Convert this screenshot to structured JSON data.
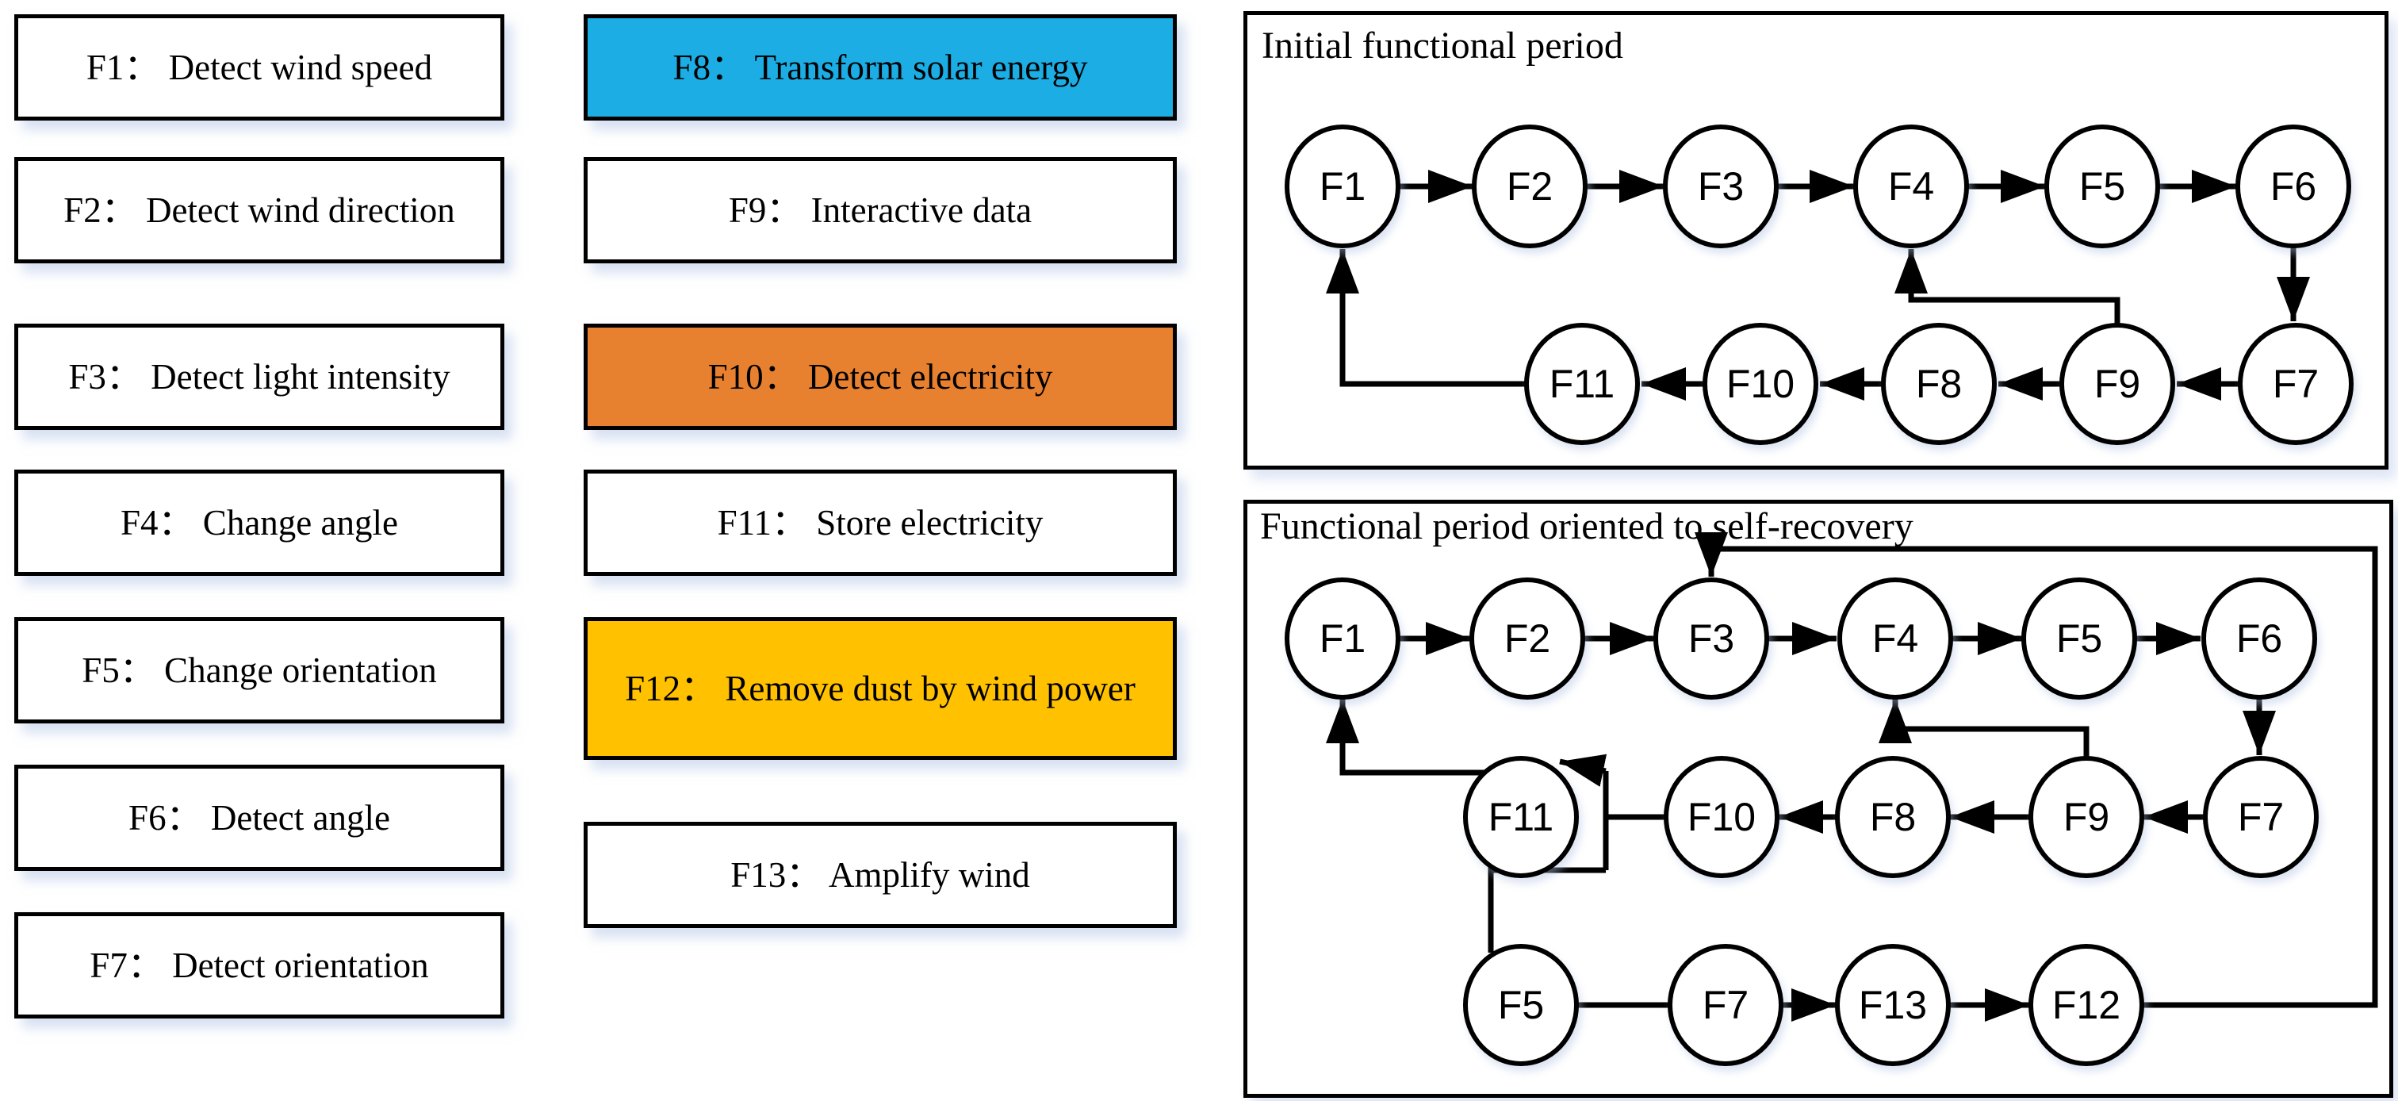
{
  "colors": {
    "blue": "#1BADE4",
    "orange": "#E8812F",
    "yellow": "#FFC100",
    "line": "#000000"
  },
  "function_list": {
    "left": [
      {
        "id": "F1",
        "label": "F1： Detect wind speed",
        "color": "white"
      },
      {
        "id": "F2",
        "label": "F2： Detect wind direction",
        "color": "white"
      },
      {
        "id": "F3",
        "label": "F3： Detect light intensity",
        "color": "white"
      },
      {
        "id": "F4",
        "label": "F4： Change angle",
        "color": "white"
      },
      {
        "id": "F5",
        "label": "F5： Change orientation",
        "color": "white"
      },
      {
        "id": "F6",
        "label": "F6： Detect angle",
        "color": "white"
      },
      {
        "id": "F7",
        "label": "F7： Detect orientation",
        "color": "white"
      }
    ],
    "middle": [
      {
        "id": "F8",
        "label": "F8： Transform solar energy",
        "color": "blue"
      },
      {
        "id": "F9",
        "label": "F9： Interactive data",
        "color": "white"
      },
      {
        "id": "F10",
        "label": "F10： Detect electricity",
        "color": "orange"
      },
      {
        "id": "F11",
        "label": "F11： Store electricity",
        "color": "white"
      },
      {
        "id": "F12",
        "label": "F12： Remove dust by wind power",
        "color": "yellow"
      },
      {
        "id": "F13",
        "label": "F13： Amplify wind",
        "color": "white"
      }
    ]
  },
  "panels": [
    {
      "title": "Initial functional period",
      "nodes": [
        {
          "id": "F1",
          "label": "F1",
          "color": "white"
        },
        {
          "id": "F2",
          "label": "F2",
          "color": "white"
        },
        {
          "id": "F3",
          "label": "F3",
          "color": "white"
        },
        {
          "id": "F4",
          "label": "F4",
          "color": "white"
        },
        {
          "id": "F5",
          "label": "F5",
          "color": "white"
        },
        {
          "id": "F6",
          "label": "F6",
          "color": "white"
        },
        {
          "id": "F11",
          "label": "F11",
          "color": "white"
        },
        {
          "id": "F10",
          "label": "F10",
          "color": "white"
        },
        {
          "id": "F8",
          "label": "F8",
          "color": "blue"
        },
        {
          "id": "F9",
          "label": "F9",
          "color": "white"
        },
        {
          "id": "F7",
          "label": "F7",
          "color": "white"
        }
      ],
      "edges": [
        "F1→F2",
        "F2→F3",
        "F3→F4",
        "F4→F5",
        "F5→F6",
        "F6→F7",
        "F7→F9",
        "F9→F8",
        "F8→F10",
        "F10→F11",
        "F11→F1",
        "F9→F4"
      ]
    },
    {
      "title": "Functional period oriented to self-recovery",
      "nodes": [
        {
          "id": "F1",
          "label": "F1",
          "color": "white"
        },
        {
          "id": "F2",
          "label": "F2",
          "color": "white"
        },
        {
          "id": "F3",
          "label": "F3",
          "color": "white"
        },
        {
          "id": "F4",
          "label": "F4",
          "color": "white"
        },
        {
          "id": "F5",
          "label": "F5",
          "color": "white"
        },
        {
          "id": "F6",
          "label": "F6",
          "color": "white"
        },
        {
          "id": "F11",
          "label": "F11",
          "color": "white"
        },
        {
          "id": "F10",
          "label": "F10",
          "color": "orange"
        },
        {
          "id": "F8",
          "label": "F8",
          "color": "blue"
        },
        {
          "id": "F9",
          "label": "F9",
          "color": "white"
        },
        {
          "id": "F7",
          "label": "F7",
          "color": "white"
        },
        {
          "id": "F5b",
          "label": "F5",
          "color": "white"
        },
        {
          "id": "F7b",
          "label": "F7",
          "color": "white"
        },
        {
          "id": "F13",
          "label": "F13",
          "color": "white"
        },
        {
          "id": "F12",
          "label": "F12",
          "color": "yellow"
        }
      ],
      "edges": [
        "F1→F2",
        "F2→F3",
        "F3→F4",
        "F4→F5",
        "F5→F6",
        "F6→F7",
        "F7→F9",
        "F9→F8",
        "F8→F10",
        "F10→F11",
        "F10→F5",
        "F11→F1",
        "F9→F4",
        "F5→F7",
        "F7→F13",
        "F13→F12",
        "F12→F3"
      ]
    }
  ]
}
